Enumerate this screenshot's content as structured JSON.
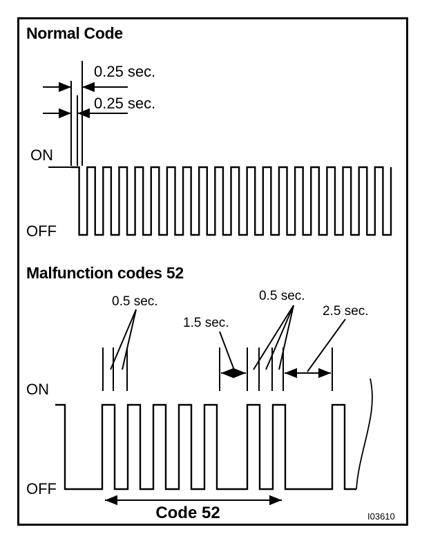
{
  "normal": {
    "title": "Normal Code",
    "label_on_time": "0.25 sec.",
    "label_off_time": "0.25 sec.",
    "level_on": "ON",
    "level_off": "OFF",
    "pulse_count": 20
  },
  "malfunction": {
    "title": "Malfunction codes 52",
    "label_pulse_a": "0.5 sec.",
    "label_pause_short": "1.5 sec.",
    "label_pulse_b": "0.5 sec.",
    "label_pause_long": "2.5 sec.",
    "level_on": "ON",
    "level_off": "OFF",
    "code_label": "Code 52",
    "tens_digit": 5,
    "ones_digit": 2
  },
  "figure_id": "I03610"
}
